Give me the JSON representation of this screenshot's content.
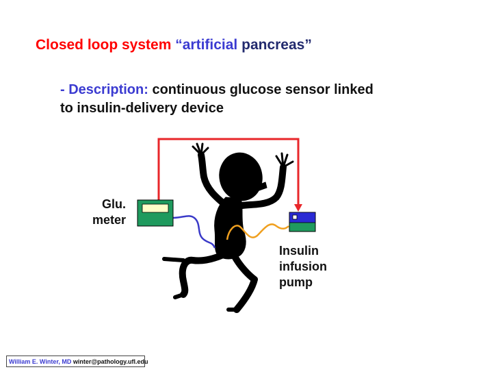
{
  "title": {
    "part1": "Closed loop system",
    "part2": "“artificial",
    "part3": "pancreas”"
  },
  "description": {
    "prefix": "- Description:",
    "text1": "continuous glucose sensor linked",
    "text2": "to insulin-delivery device"
  },
  "labels": {
    "glu_line1": "Glu.",
    "glu_line2": "meter",
    "pump_line1": "Insulin",
    "pump_line2": "infusion",
    "pump_line3": "pump"
  },
  "footer": {
    "author": "William E. Winter, MD",
    "email": "winter@pathology.ufl.edu"
  },
  "colors": {
    "title_red": "#ff0000",
    "title_blue": "#3b3bd1",
    "loop_red": "#e8262a",
    "device_green": "#1f9a5e",
    "device_blue": "#2a2ad4",
    "display_yellow": "#ffffc8",
    "figure_black": "#000000",
    "wire_blue": "#3a3ac8",
    "wire_orange": "#f0a020"
  }
}
